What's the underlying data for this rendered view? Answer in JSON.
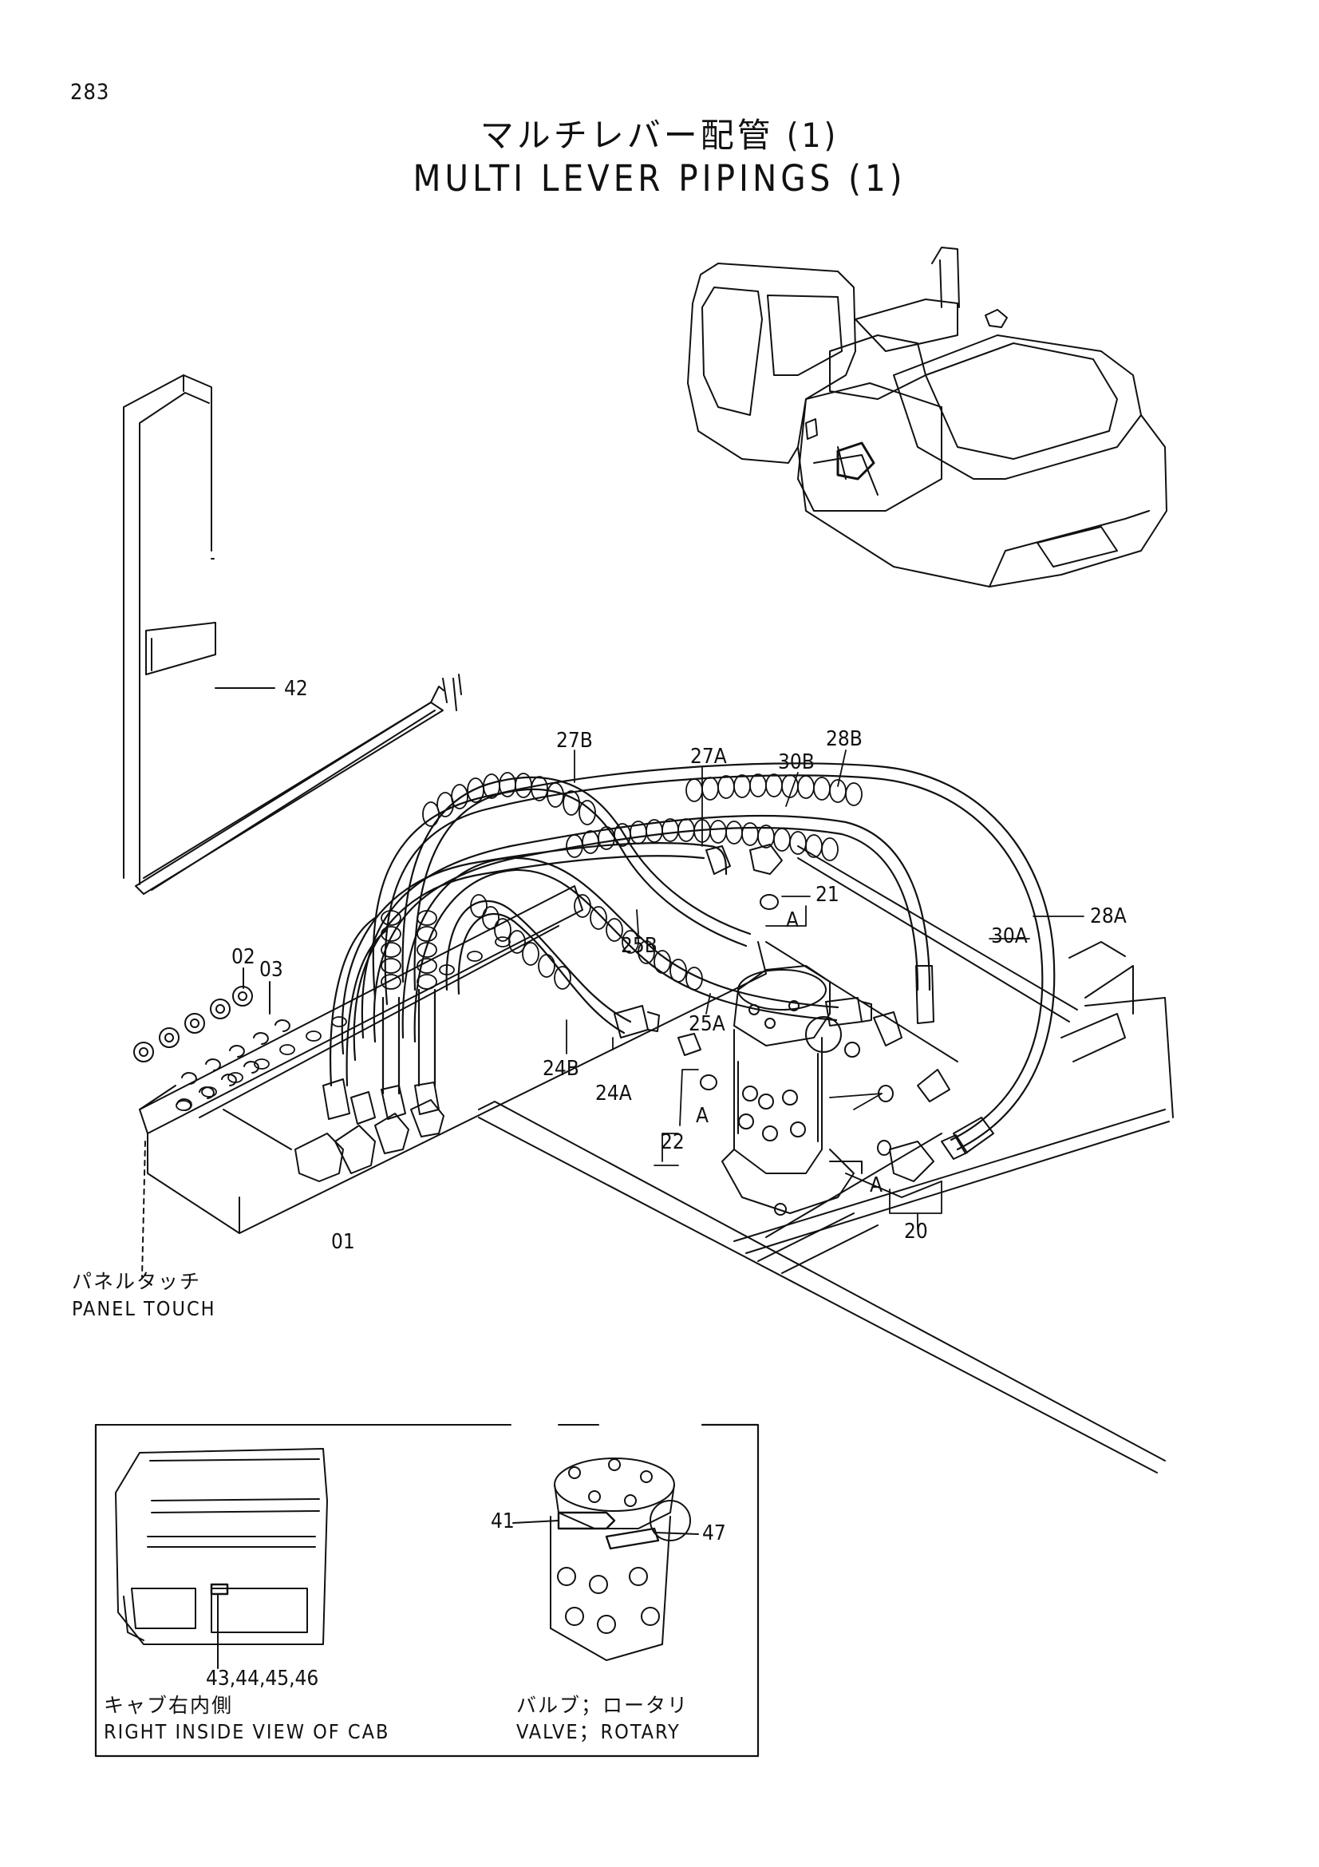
{
  "page_number": "283",
  "title_jp": "マルチレバー配管 (1)",
  "title_en": "MULTI LEVER PIPINGS (1)",
  "part_labels": {
    "p42": "42",
    "p27B": "27B",
    "p27A": "27A",
    "p30B": "30B",
    "p28B": "28B",
    "p21": "21",
    "pA1": "A",
    "p28A": "28A",
    "p30A": "30A",
    "p25B": "25B",
    "p25A": "25A",
    "p02": "02",
    "p03": "03",
    "p24B": "24B",
    "p24A": "24A",
    "pA2": "A",
    "p22": "22",
    "pA3": "A",
    "p20": "20",
    "p01": "01",
    "p41": "41",
    "p47": "47",
    "p43_46": "43,44,45,46"
  },
  "captions": {
    "panel_touch_jp": "パネルタッチ",
    "panel_touch_en": "PANEL TOUCH",
    "cab_view_jp": "キャブ右内側",
    "cab_view_en": "RIGHT INSIDE VIEW OF CAB",
    "valve_jp": "バルブ；ロータリ",
    "valve_en": "VALVE；ROTARY"
  }
}
